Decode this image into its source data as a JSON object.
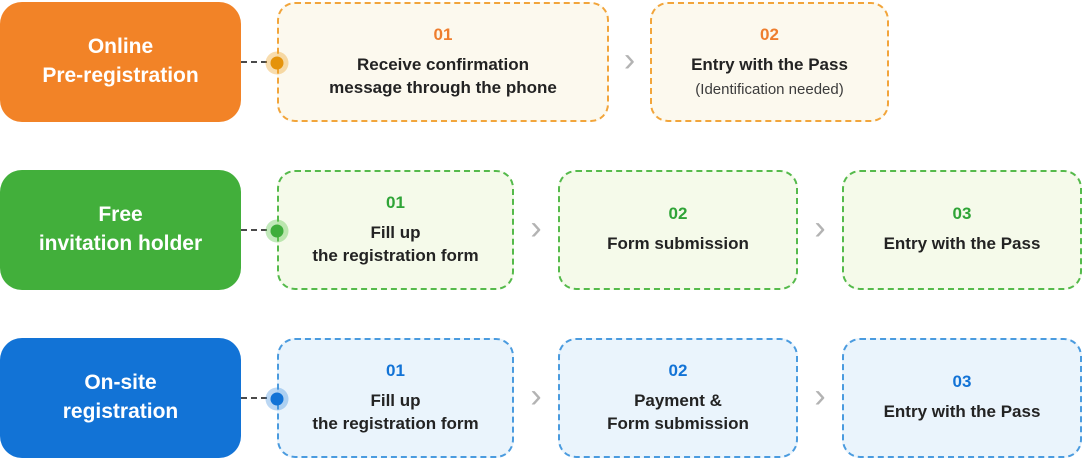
{
  "colors": {
    "orange": "#F28327",
    "green": "#42AF3B",
    "blue": "#1273D6",
    "orange_card_bg": "#FCF9EE",
    "green_card_bg": "#F5FAEA",
    "blue_card_bg": "#EAF4FC",
    "orange_border": "#F2A53B",
    "green_border": "#55BA4B",
    "blue_border": "#4A9BDF",
    "chevron": "#B3B3B3"
  },
  "chevron": "›",
  "rows": [
    {
      "label": "Online\nPre-registration",
      "color": "#F28327",
      "steps": [
        {
          "num": "01",
          "title": "Receive confirmation\nmessage through the phone"
        },
        {
          "num": "02",
          "title": "Entry with the Pass",
          "subtitle": "(Identification needed)"
        }
      ]
    },
    {
      "label": "Free\ninvitation holder",
      "color": "#42AF3B",
      "steps": [
        {
          "num": "01",
          "title": "Fill up\nthe registration form"
        },
        {
          "num": "02",
          "title": "Form submission"
        },
        {
          "num": "03",
          "title": "Entry with the Pass"
        }
      ]
    },
    {
      "label": "On-site\nregistration",
      "color": "#1273D6",
      "steps": [
        {
          "num": "01",
          "title": "Fill up\nthe registration form"
        },
        {
          "num": "02",
          "title": "Payment &\nForm submission"
        },
        {
          "num": "03",
          "title": "Entry with the Pass"
        }
      ]
    }
  ]
}
